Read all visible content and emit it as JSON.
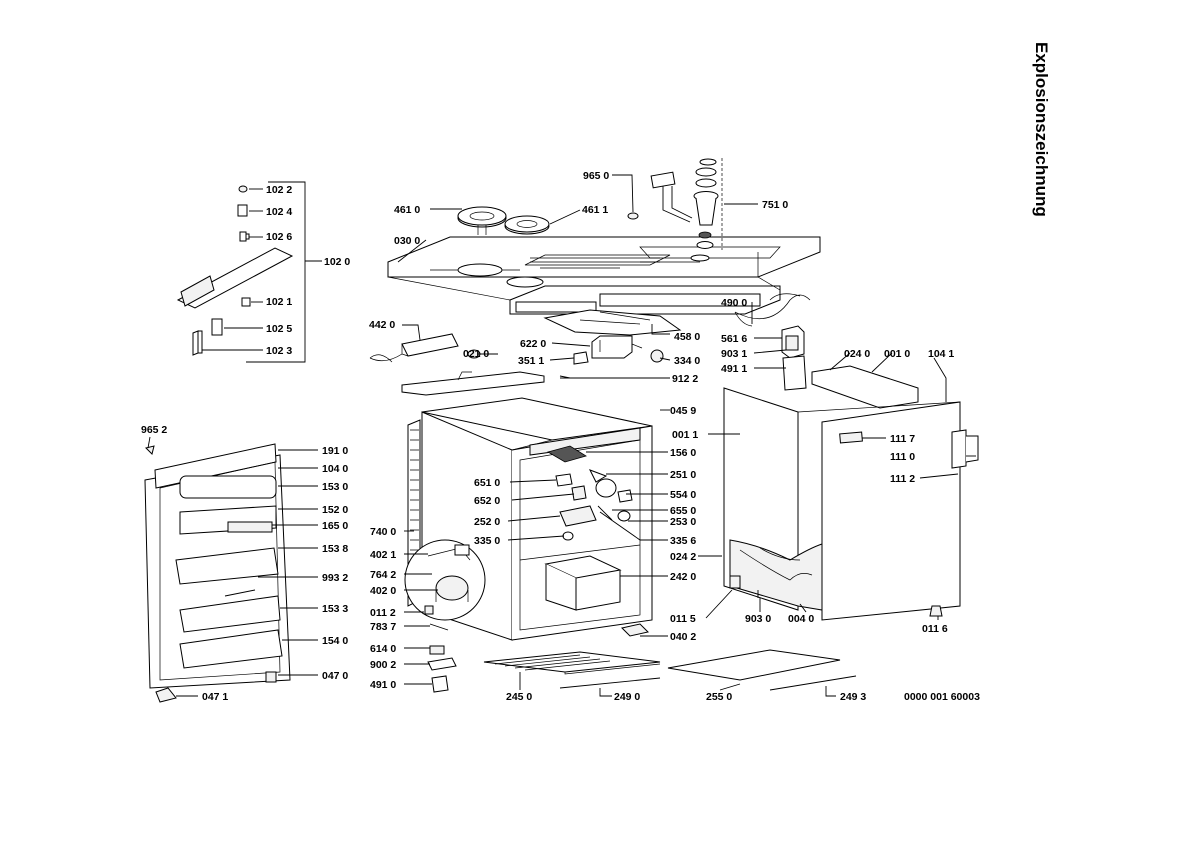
{
  "title": "Explosionszeichnung",
  "drawing_number": "0000 001 60003",
  "callouts": [
    {
      "id": "102-2",
      "label": "102 2"
    },
    {
      "id": "102-4",
      "label": "102 4"
    },
    {
      "id": "102-6",
      "label": "102 6"
    },
    {
      "id": "102-0",
      "label": "102 0"
    },
    {
      "id": "102-1",
      "label": "102 1"
    },
    {
      "id": "102-5",
      "label": "102 5"
    },
    {
      "id": "102-3",
      "label": "102 3"
    },
    {
      "id": "461-0",
      "label": "461 0"
    },
    {
      "id": "461-1",
      "label": "461 1"
    },
    {
      "id": "965-0",
      "label": "965 0"
    },
    {
      "id": "751-0",
      "label": "751 0"
    },
    {
      "id": "030-0",
      "label": "030 0"
    },
    {
      "id": "490-0",
      "label": "490 0"
    },
    {
      "id": "442-0",
      "label": "442 0"
    },
    {
      "id": "458-0",
      "label": "458 0"
    },
    {
      "id": "561-6",
      "label": "561 6"
    },
    {
      "id": "903-1",
      "label": "903 1"
    },
    {
      "id": "622-0",
      "label": "622 0"
    },
    {
      "id": "021-0",
      "label": "021 0"
    },
    {
      "id": "351-1",
      "label": "351 1"
    },
    {
      "id": "334-0",
      "label": "334 0"
    },
    {
      "id": "491-1",
      "label": "491 1"
    },
    {
      "id": "024-0",
      "label": "024 0"
    },
    {
      "id": "001-0",
      "label": "001 0"
    },
    {
      "id": "104-1",
      "label": "104 1"
    },
    {
      "id": "912-2",
      "label": "912 2"
    },
    {
      "id": "045-9",
      "label": "045 9"
    },
    {
      "id": "001-1",
      "label": "001 1"
    },
    {
      "id": "965-2",
      "label": "965 2"
    },
    {
      "id": "111-7",
      "label": "111 7"
    },
    {
      "id": "191-0",
      "label": "191 0"
    },
    {
      "id": "156-0",
      "label": "156 0"
    },
    {
      "id": "111-0",
      "label": "111 0"
    },
    {
      "id": "104-0",
      "label": "104 0"
    },
    {
      "id": "251-0",
      "label": "251 0"
    },
    {
      "id": "111-2",
      "label": "111 2"
    },
    {
      "id": "153-0",
      "label": "153 0"
    },
    {
      "id": "651-0",
      "label": "651 0"
    },
    {
      "id": "554-0",
      "label": "554 0"
    },
    {
      "id": "652-0",
      "label": "652 0"
    },
    {
      "id": "152-0",
      "label": "152 0"
    },
    {
      "id": "655-0",
      "label": "655 0"
    },
    {
      "id": "165-0",
      "label": "165 0"
    },
    {
      "id": "252-0",
      "label": "252 0"
    },
    {
      "id": "253-0",
      "label": "253 0"
    },
    {
      "id": "740-0",
      "label": "740 0"
    },
    {
      "id": "335-0",
      "label": "335 0"
    },
    {
      "id": "335-6",
      "label": "335 6"
    },
    {
      "id": "153-8",
      "label": "153 8"
    },
    {
      "id": "402-1",
      "label": "402 1"
    },
    {
      "id": "024-2",
      "label": "024 2"
    },
    {
      "id": "764-2",
      "label": "764 2"
    },
    {
      "id": "242-0",
      "label": "242 0"
    },
    {
      "id": "993-2",
      "label": "993 2"
    },
    {
      "id": "402-0",
      "label": "402 0"
    },
    {
      "id": "153-3",
      "label": "153 3"
    },
    {
      "id": "011-2",
      "label": "011 2"
    },
    {
      "id": "011-5",
      "label": "011 5"
    },
    {
      "id": "903-0",
      "label": "903 0"
    },
    {
      "id": "004-0",
      "label": "004 0"
    },
    {
      "id": "011-6",
      "label": "011 6"
    },
    {
      "id": "783-7",
      "label": "783 7"
    },
    {
      "id": "040-2",
      "label": "040 2"
    },
    {
      "id": "154-0",
      "label": "154 0"
    },
    {
      "id": "614-0",
      "label": "614 0"
    },
    {
      "id": "900-2",
      "label": "900 2"
    },
    {
      "id": "047-0",
      "label": "047 0"
    },
    {
      "id": "491-0",
      "label": "491 0"
    },
    {
      "id": "047-1",
      "label": "047 1"
    },
    {
      "id": "245-0",
      "label": "245 0"
    },
    {
      "id": "249-0",
      "label": "249 0"
    },
    {
      "id": "255-0",
      "label": "255 0"
    },
    {
      "id": "249-3",
      "label": "249 3"
    }
  ]
}
